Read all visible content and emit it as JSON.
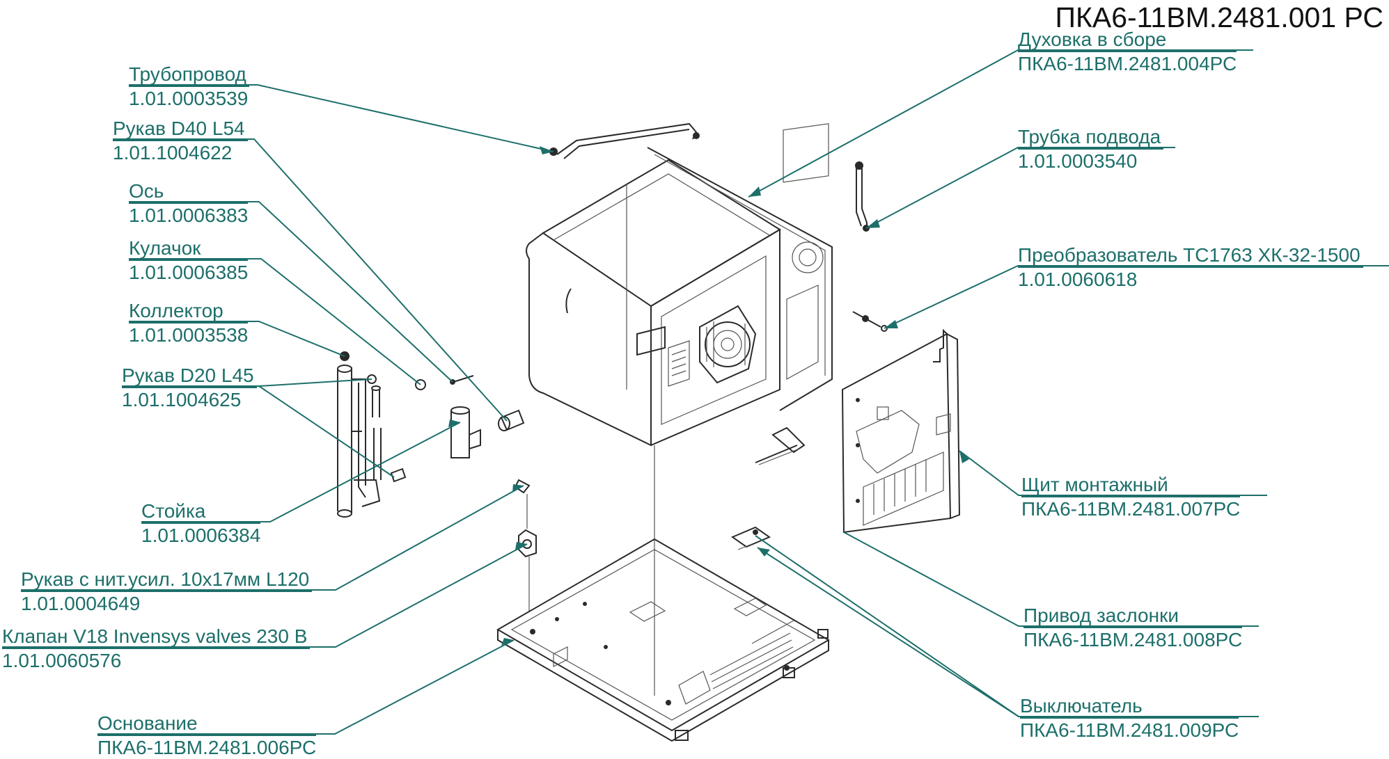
{
  "title": "ПКА6-11ВМ.2481.001 РС",
  "colors": {
    "callout": "#1d6f6a",
    "linework": "#2a2a2a"
  },
  "callouts": [
    {
      "id": "oven",
      "name": "Духовка в сборе",
      "code": "ПКА6-11ВМ.2481.004РС"
    },
    {
      "id": "pipeline",
      "name": "Трубопровод",
      "code": "1.01.0003539"
    },
    {
      "id": "hose-d40",
      "name": "Рукав D40 L54",
      "code": "1.01.1004622"
    },
    {
      "id": "supply-tube",
      "name": "Трубка подвода",
      "code": "1.01.0003540"
    },
    {
      "id": "axis",
      "name": "Ось",
      "code": "1.01.0006383"
    },
    {
      "id": "cam",
      "name": "Кулачок",
      "code": "1.01.0006385"
    },
    {
      "id": "converter",
      "name": "Преобразователь ТС1763 ХК-32-1500",
      "code": "1.01.0060618"
    },
    {
      "id": "collector",
      "name": "Коллектор",
      "code": "1.01.0003538"
    },
    {
      "id": "hose-d20",
      "name": "Рукав D20 L45",
      "code": "1.01.1004625"
    },
    {
      "id": "panel",
      "name": "Щит монтажный",
      "code": "ПКА6-11ВМ.2481.007РС"
    },
    {
      "id": "rack",
      "name": "Стойка",
      "code": "1.01.0006384"
    },
    {
      "id": "reinforced-hose",
      "name": "Рукав с нит.усил. 10х17мм L120",
      "code": "1.01.0004649"
    },
    {
      "id": "damper-drive",
      "name": "Привод заслонки",
      "code": "ПКА6-11ВМ.2481.008РС"
    },
    {
      "id": "valve",
      "name": "Клапан V18 Invensys valves 230 В",
      "code": "1.01.0060576"
    },
    {
      "id": "switch",
      "name": "Выключатель",
      "code": "ПКА6-11ВМ.2481.009РС"
    },
    {
      "id": "base",
      "name": "Основание",
      "code": "ПКА6-11ВМ.2481.006РС"
    }
  ]
}
